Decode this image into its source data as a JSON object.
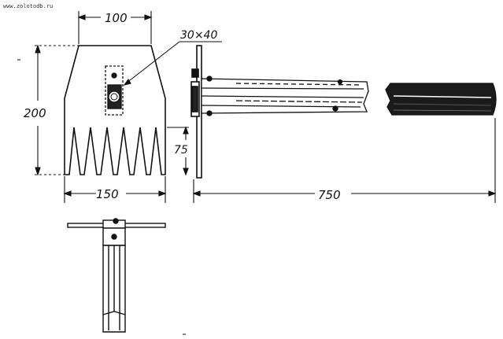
{
  "watermark": "www.zolotodb.ru",
  "dimensions": {
    "top_width": "100",
    "hole_size": "30×40",
    "height": "200",
    "tooth_height": "75",
    "bottom_width": "150",
    "handle_length": "750"
  },
  "colors": {
    "ink": "#111111",
    "paper": "#ffffff"
  }
}
